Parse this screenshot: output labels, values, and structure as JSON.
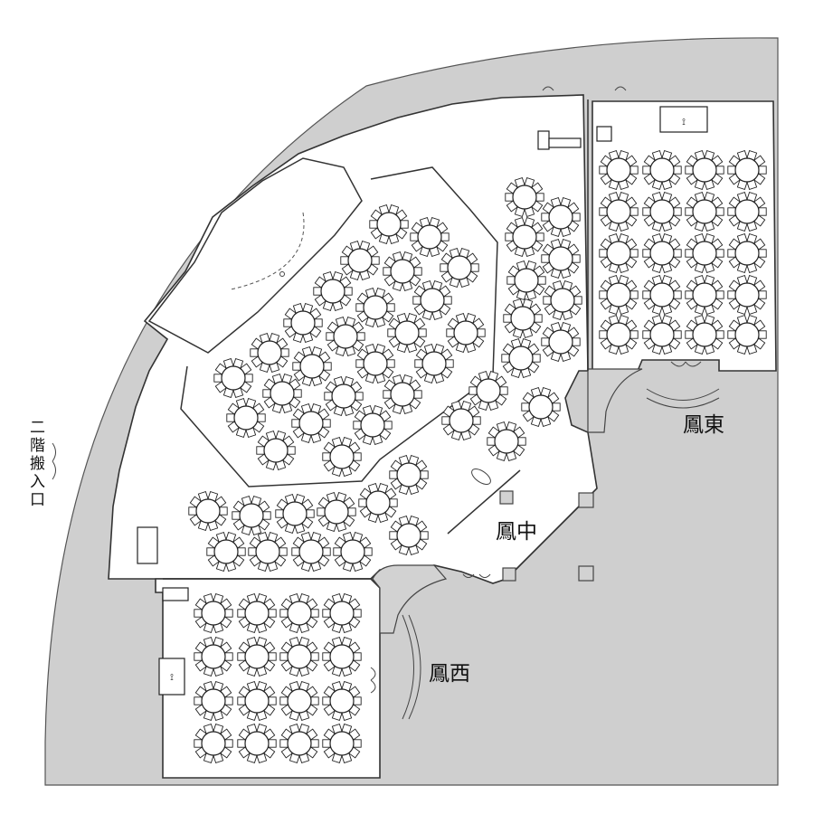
{
  "rooms": {
    "east": "鳳東",
    "center": "鳳中",
    "west": "鳳西"
  },
  "entrance": [
    "二",
    "階",
    "搬",
    "入",
    "口"
  ],
  "icons": {
    "table": "round-banquet-table-icon",
    "screen": "projection-screen-icon",
    "door": "door-swing-icon"
  }
}
